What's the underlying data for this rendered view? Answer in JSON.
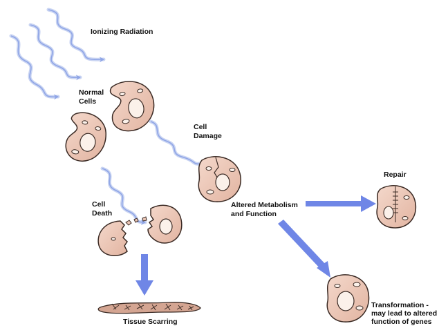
{
  "labels": {
    "ionizing_radiation": "Ionizing Radiation",
    "normal_cells_1": "Normal",
    "normal_cells_2": "Cells",
    "cell_damage_1": "Cell",
    "cell_damage_2": "Damage",
    "cell_death_1": "Cell",
    "cell_death_2": "Death",
    "altered_1": "Altered Metabolism",
    "altered_2": "and Function",
    "repair": "Repair",
    "transformation_1": "Transformation -",
    "transformation_2": "may lead to altered",
    "transformation_3": "function of genes",
    "tissue_scarring": "Tissue Scarring"
  },
  "colors": {
    "cell_fill": "#ebc6b6",
    "cell_stroke": "#3a2a24",
    "arrow_blue": "#6f86e6",
    "radiation_blue": "#8fa5e6"
  }
}
